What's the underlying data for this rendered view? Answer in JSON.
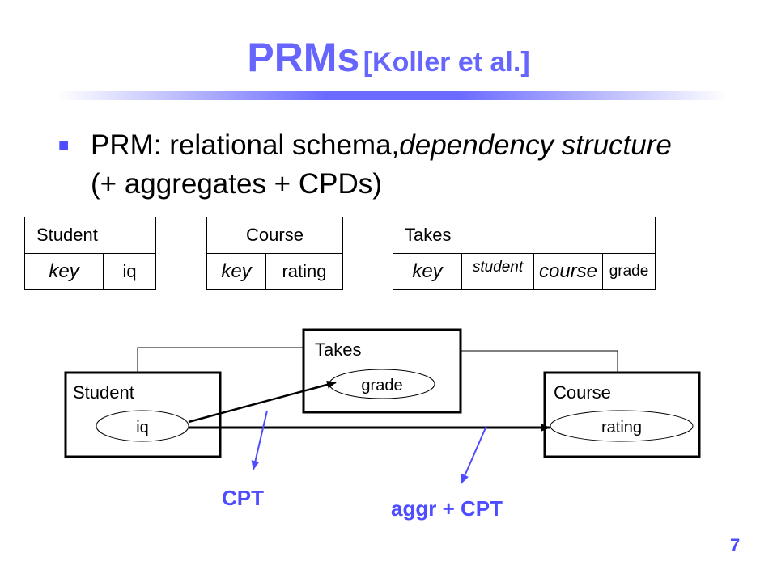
{
  "slide": {
    "title": "PRMs",
    "title_citation": "[Koller et al.]",
    "bullet_prefix": "PRM: relational schema,",
    "bullet_italic1": "dependency structure",
    "bullet_suffix": " (+ aggregates + CPDs)",
    "page_number": "7"
  },
  "schema_tables": {
    "student": {
      "name": "Student",
      "columns": [
        "key",
        "iq"
      ]
    },
    "course": {
      "name": "Course",
      "columns": [
        "key",
        "rating"
      ]
    },
    "takes": {
      "name": "Takes",
      "columns": [
        "key",
        "student",
        "course",
        "grade"
      ]
    }
  },
  "diagram": {
    "student": {
      "label": "Student",
      "attr": "iq"
    },
    "takes": {
      "label": "Takes",
      "attr": "grade"
    },
    "course": {
      "label": "Course",
      "attr": "rating"
    },
    "annotation_cpt": "CPT",
    "annotation_aggr": "aggr + CPT",
    "annotation_color": "#4d4dff"
  }
}
